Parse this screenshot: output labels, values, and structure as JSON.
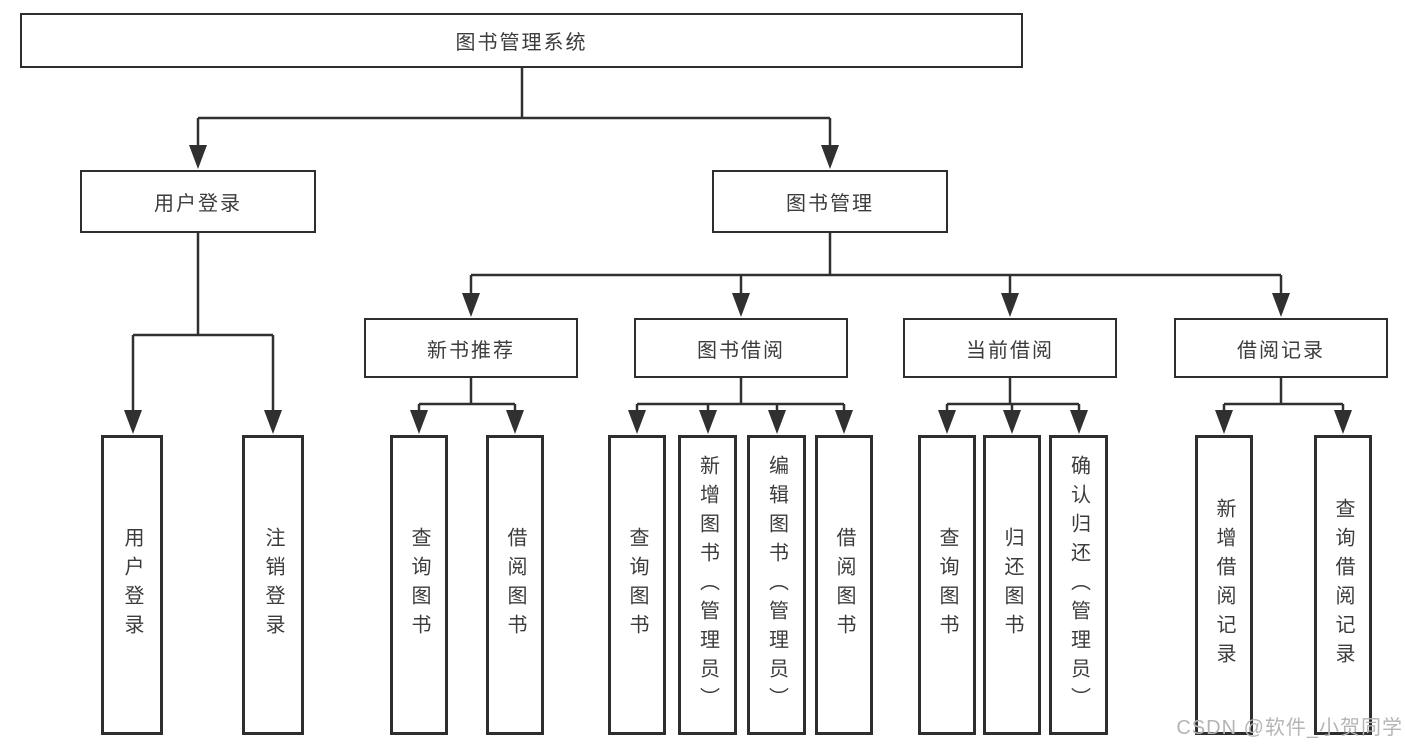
{
  "diagram": {
    "root": {
      "label": "图书管理系统"
    },
    "level2": [
      {
        "label": "用户登录",
        "parent": "图书管理系统"
      },
      {
        "label": "图书管理",
        "parent": "图书管理系统"
      }
    ],
    "level3": [
      {
        "label": "新书推荐",
        "parent": "图书管理"
      },
      {
        "label": "图书借阅",
        "parent": "图书管理"
      },
      {
        "label": "当前借阅",
        "parent": "图书管理"
      },
      {
        "label": "借阅记录",
        "parent": "图书管理"
      }
    ],
    "leaves": [
      {
        "label": "用户登录",
        "parent": "用户登录"
      },
      {
        "label": "注销登录",
        "parent": "用户登录"
      },
      {
        "label": "查询图书",
        "parent": "新书推荐"
      },
      {
        "label": "借阅图书",
        "parent": "新书推荐"
      },
      {
        "label": "查询图书",
        "parent": "图书借阅"
      },
      {
        "label": "新增图书（管理员）",
        "parent": "图书借阅"
      },
      {
        "label": "编辑图书（管理员）",
        "parent": "图书借阅"
      },
      {
        "label": "借阅图书",
        "parent": "图书借阅"
      },
      {
        "label": "查询图书",
        "parent": "当前借阅"
      },
      {
        "label": "归还图书",
        "parent": "当前借阅"
      },
      {
        "label": "确认归还（管理员）",
        "parent": "当前借阅"
      },
      {
        "label": "新增借阅记录",
        "parent": "借阅记录"
      },
      {
        "label": "查询借阅记录",
        "parent": "借阅记录"
      }
    ],
    "watermark": "CSDN @软件_小贺同学",
    "colors": {
      "line": "#303030",
      "box_border": "#2e2e2e",
      "text": "#3c3c3c",
      "watermark": "#b5b5b5",
      "background": "#ffffff"
    }
  }
}
